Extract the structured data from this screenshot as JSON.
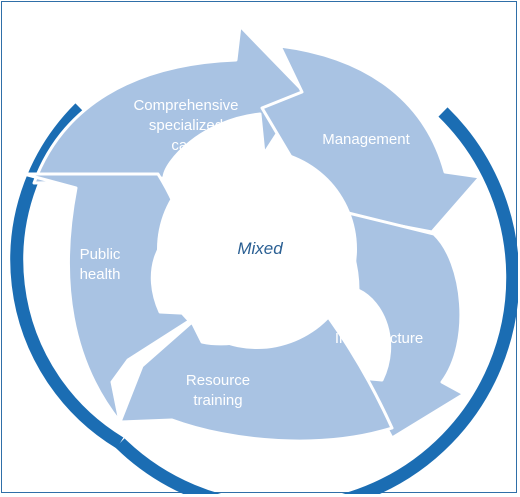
{
  "center": {
    "label": "Mixed"
  },
  "segments": [
    {
      "id": "comprehensive-care",
      "lines": [
        "Comprehensive",
        "specialized",
        "care"
      ]
    },
    {
      "id": "management",
      "lines": [
        "Management"
      ]
    },
    {
      "id": "infrastructure",
      "lines": [
        "Infrastructure"
      ]
    },
    {
      "id": "resource-training",
      "lines": [
        "Resource",
        "training"
      ]
    },
    {
      "id": "public-health",
      "lines": [
        "Public",
        "health"
      ]
    }
  ],
  "colors": {
    "arrow_fill": "#a9c3e3",
    "arrow_stroke": "#ffffff",
    "outer_ring": "#1b6db3",
    "label_text": "#ffffff",
    "center_text": "#2a5f93",
    "border": "#2f6fa8"
  }
}
